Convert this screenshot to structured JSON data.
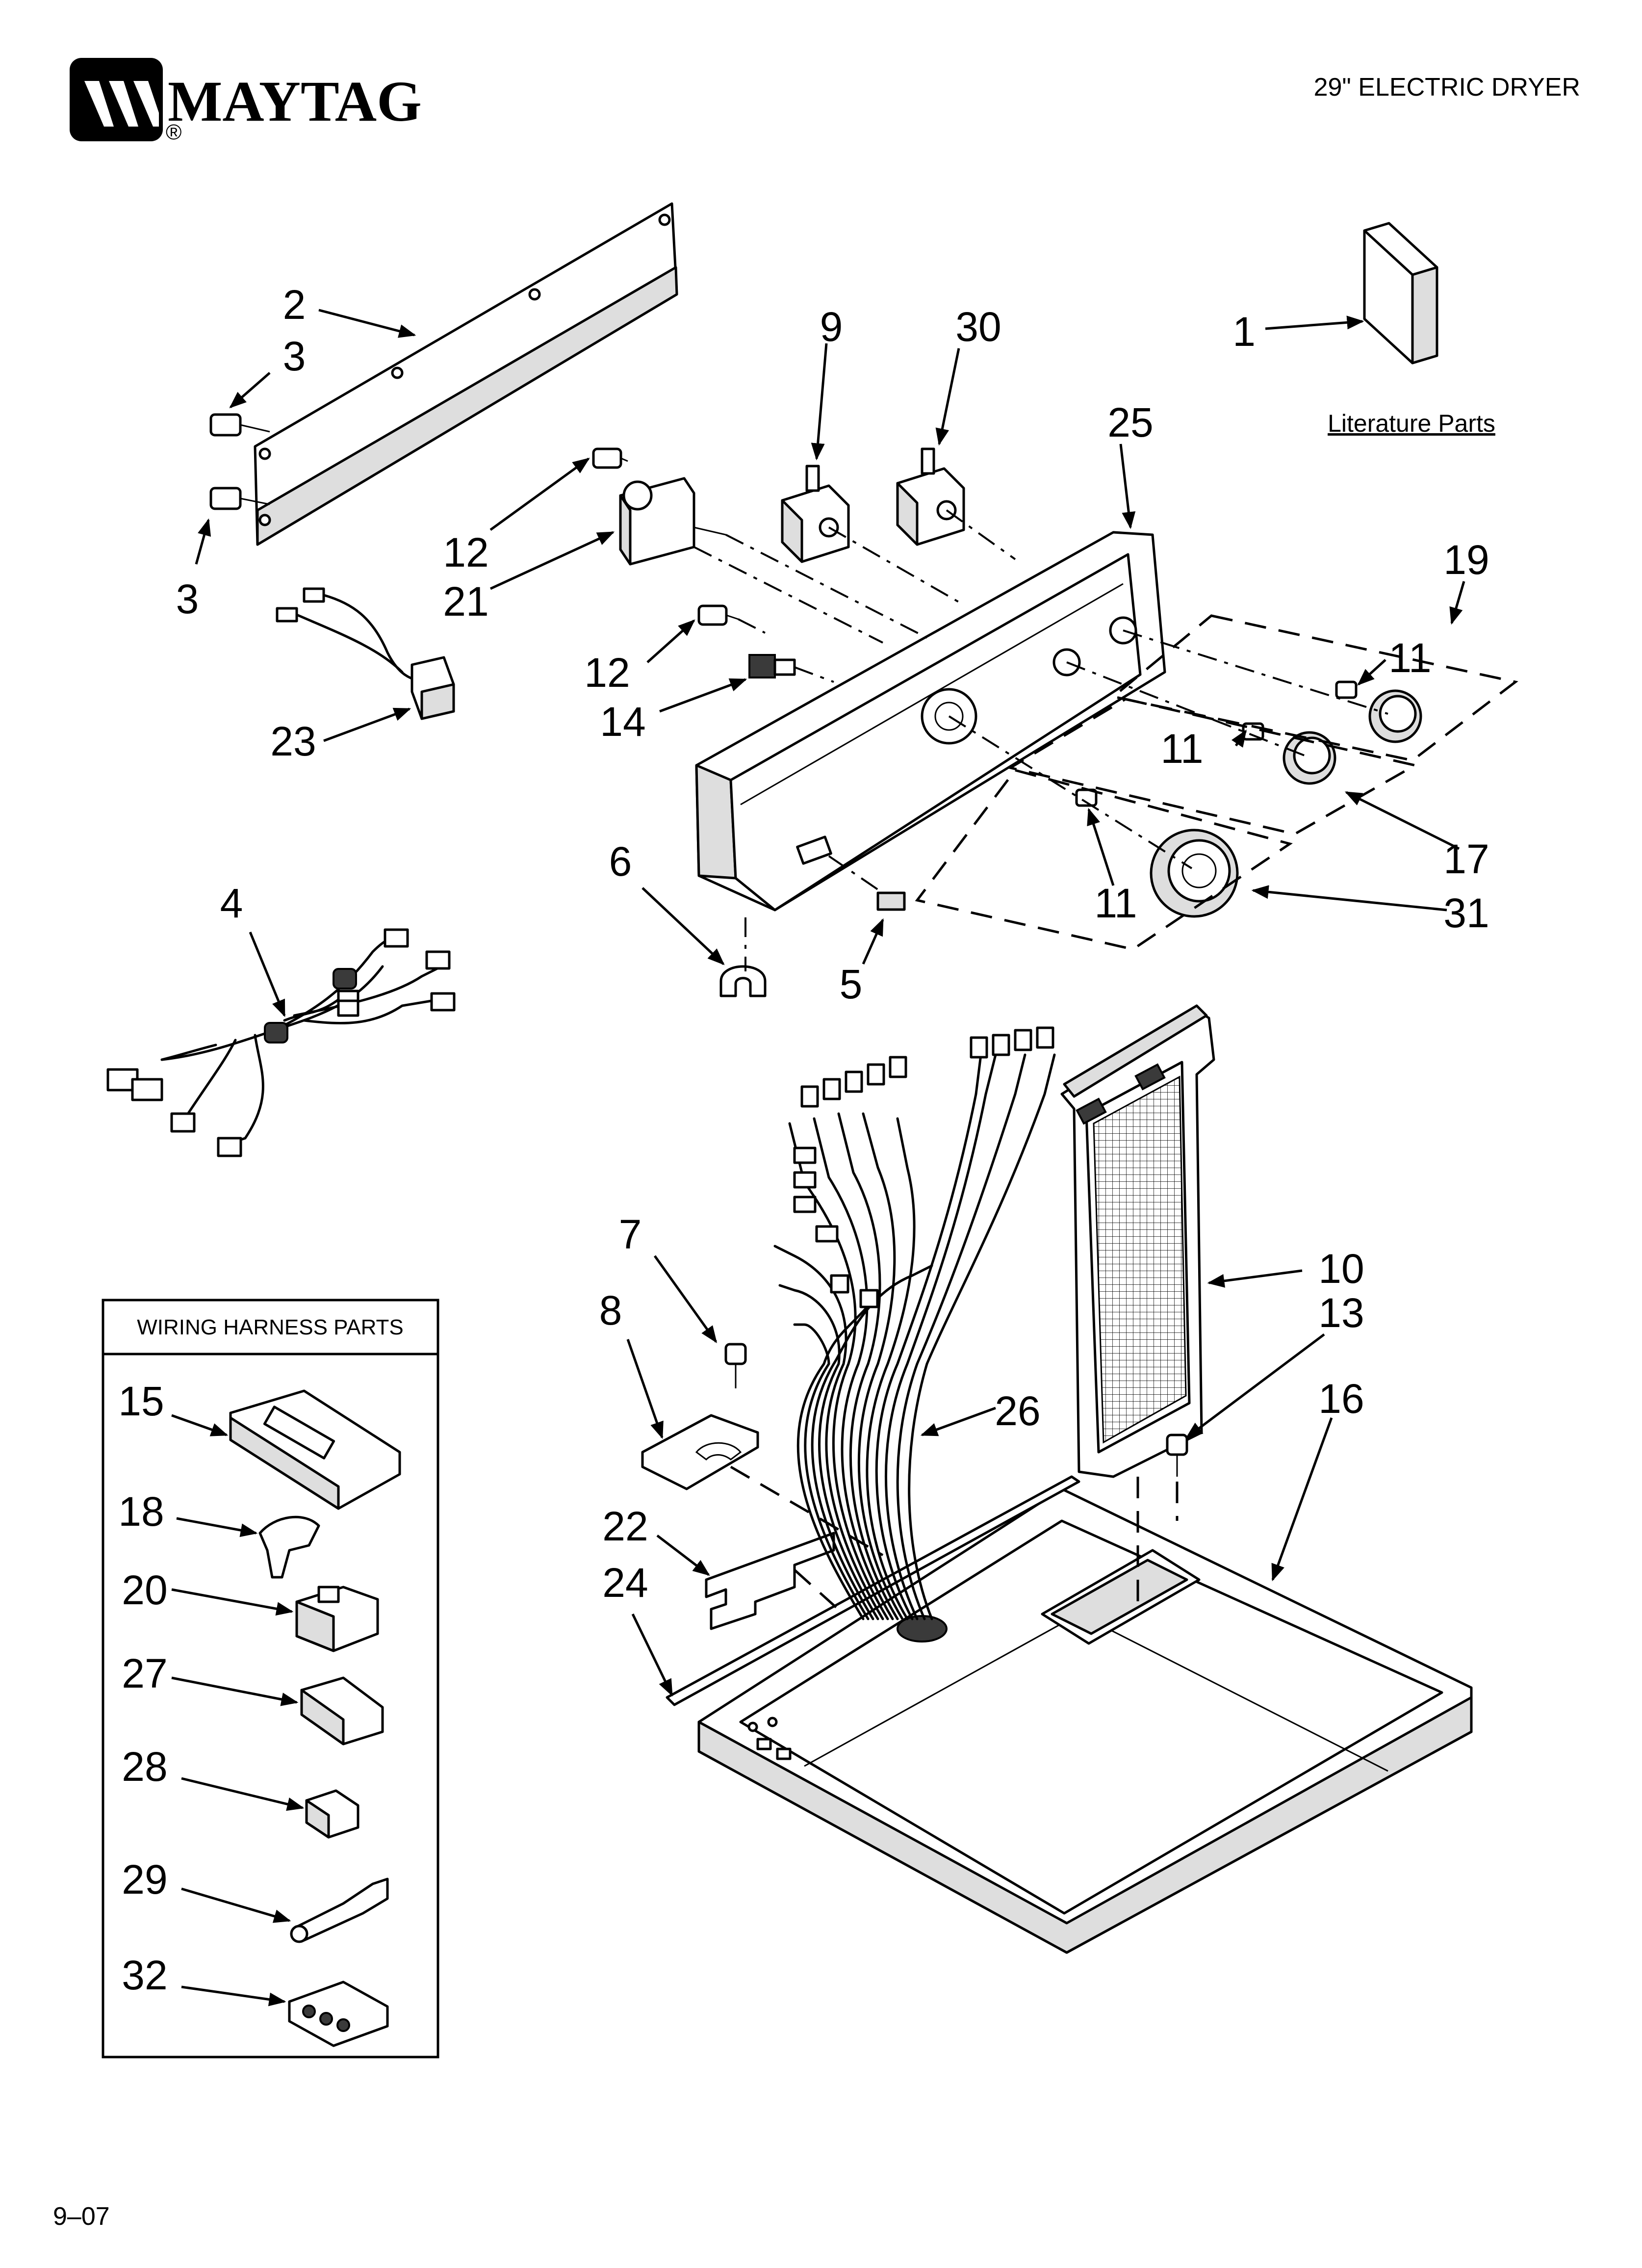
{
  "header": {
    "brand": "MAYTAG",
    "registered_mark": "®",
    "model_title": "29\" ELECTRIC DRYER"
  },
  "literature_label": "Literature Parts",
  "wiring_box_title": "WIRING HARNESS PARTS",
  "page_number": "9–07",
  "callouts": {
    "c1": "1",
    "c2": "2",
    "c3a": "3",
    "c3b": "3",
    "c4": "4",
    "c5": "5",
    "c6": "6",
    "c7": "7",
    "c8": "8",
    "c9": "9",
    "c10": "10",
    "c11a": "11",
    "c11b": "11",
    "c11c": "11",
    "c12a": "12",
    "c12b": "12",
    "c13": "13",
    "c14": "14",
    "c15": "15",
    "c16": "16",
    "c17": "17",
    "c18": "18",
    "c19": "19",
    "c20": "20",
    "c21": "21",
    "c22": "22",
    "c23": "23",
    "c24": "24",
    "c25": "25",
    "c26": "26",
    "c27": "27",
    "c28": "28",
    "c29": "29",
    "c30": "30",
    "c31": "31",
    "c32": "32"
  },
  "icons": {
    "logo": "maytag-m-logo-icon"
  }
}
